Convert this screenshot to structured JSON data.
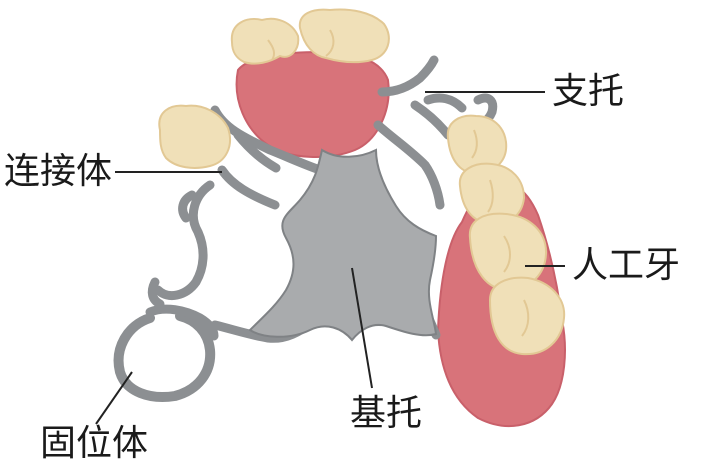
{
  "labels": {
    "support": "支托",
    "connector": "连接体",
    "artificial_tooth": "人工牙",
    "base": "基托",
    "retainer": "固位体"
  },
  "colors": {
    "metal_fill": "#a9abad",
    "metal_stroke": "#6f7275",
    "gum": "#d8737a",
    "gum_dark": "#c9606a",
    "tooth": "#f0e0b8",
    "tooth_shade": "#e2c894",
    "leader": "#222222"
  }
}
